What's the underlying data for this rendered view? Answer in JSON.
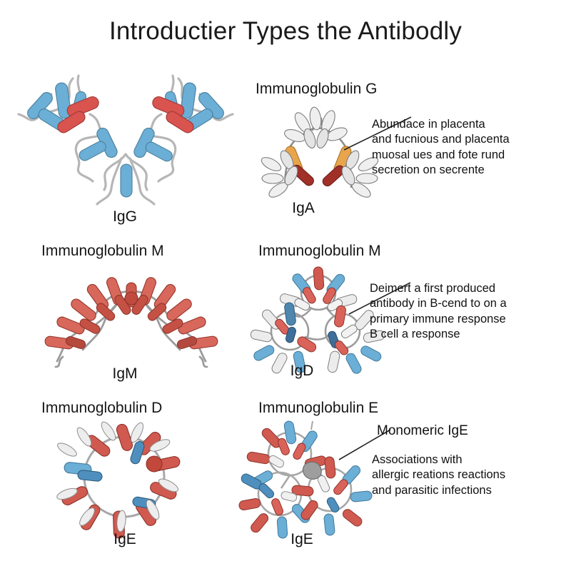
{
  "page": {
    "title": "Introductier Types the Antibodly",
    "background_color": "#ffffff",
    "text_color": "#111111"
  },
  "palette": {
    "helix_blue": "#6BAED6",
    "helix_blue_dark": "#3E7FA6",
    "helix_red": "#D9534F",
    "helix_red_dark": "#A33733",
    "helix_white": "#EDEDED",
    "helix_grey": "#C9C9C9",
    "helix_orange": "#E8A54B",
    "helix_darkred": "#A03028",
    "ribbon": "#B6B6B6",
    "outline": "#6E6E6E"
  },
  "panels": [
    {
      "id": "igg",
      "column": "left",
      "header": "",
      "caption": "IgG",
      "structure": "y-shaped-monomer",
      "annotation": null
    },
    {
      "id": "iga",
      "column": "right",
      "header": "Immunoglobulin G",
      "caption": "IgA",
      "structure": "dimer-arch",
      "annotation": {
        "lines": [
          "Abundace in placenta",
          "and fucnious and placenta",
          "muosal ues and fote rund",
          "secretion on secrente"
        ]
      }
    },
    {
      "id": "igm-left",
      "column": "left",
      "header": "Immunoglobulin M",
      "caption": "IgM",
      "structure": "pentamer-arch",
      "annotation": null
    },
    {
      "id": "igd",
      "column": "right",
      "header": "Immunoglobulin M",
      "caption": "IgD",
      "structure": "triple-ring-cluster",
      "annotation": {
        "lines": [
          "Deimert a first produced",
          "antibody in B-cend to on a",
          "primary immune response",
          "B cell a response"
        ]
      }
    },
    {
      "id": "ige-left",
      "column": "left",
      "header": "Immunoglobulin D",
      "caption": "IgE",
      "structure": "single-ring",
      "annotation": null
    },
    {
      "id": "ige-right",
      "column": "right",
      "header": "Immunoglobulin E",
      "caption": "IgE",
      "structure": "multi-ring-cluster",
      "annotation": {
        "lead": "Monomeric IgE",
        "lines": [
          "Associations with",
          "allergic reations reactions",
          "and parasitic infections"
        ]
      }
    }
  ]
}
